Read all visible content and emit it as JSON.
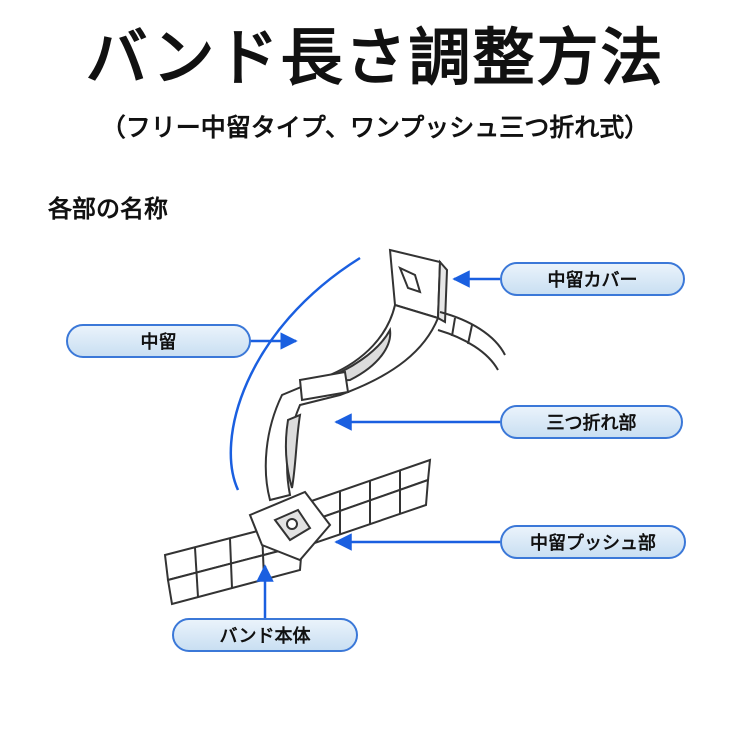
{
  "header": {
    "title": "バンド長さ調整方法",
    "subtitle": "（フリー中留タイプ、ワンプッシュ三つ折れ式）"
  },
  "section_title": "各部の名称",
  "labels": {
    "cover": "中留カバー",
    "clasp": "中留",
    "fold": "三つ折れ部",
    "push": "中留プッシュ部",
    "band": "バンド本体"
  },
  "colors": {
    "accent": "#1a5fe0",
    "pill_border": "#3b78d8",
    "pill_fill": "#d6e7f6",
    "outline": "#333333"
  }
}
